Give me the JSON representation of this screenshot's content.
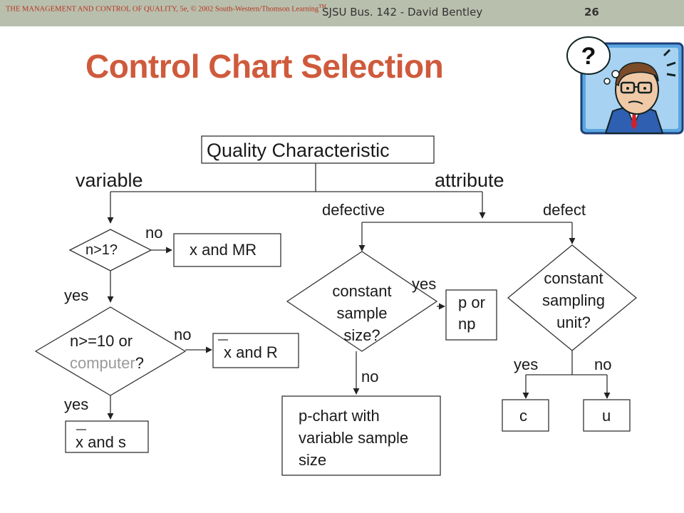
{
  "header": {
    "credit_text": "THE MANAGEMENT AND CONTROL OF QUALITY, 5e, © 2002 South-Western/Thomson Learning",
    "credit_sup": "TM",
    "course": "SJSU Bus. 142 - David Bentley",
    "slide_number": "26"
  },
  "title": "Control Chart Selection",
  "clipart": {
    "question_mark": "?"
  },
  "flow": {
    "root": "Quality Characteristic",
    "variable": "variable",
    "attribute": "attribute",
    "defective": "defective",
    "defect": "defect",
    "n_gt_1": "n>1?",
    "no_1": "no",
    "x_mr": "x and MR",
    "yes_1": "yes",
    "n_ge_10_line1": "n>=10 or",
    "computer": "computer",
    "qmark": "?",
    "no_2": "no",
    "x_r": "x and R",
    "yes_2": "yes",
    "x_s": "x and s",
    "constant_sample_size": "constant\nsample\nsize?",
    "yes_3": "yes",
    "p_np": "p or\nnp",
    "no_3": "no",
    "p_chart_variable": "p-chart with\nvariable sample\nsize",
    "constant_sampling_unit": "constant\nsampling\nunit?",
    "yes_4": "yes",
    "no_4": "no",
    "c": "c",
    "u": "u"
  }
}
